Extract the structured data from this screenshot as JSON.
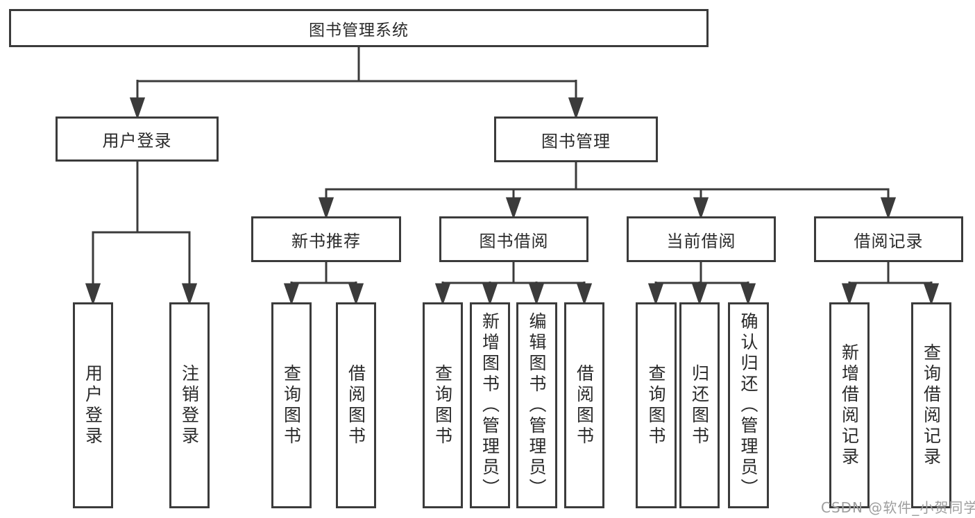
{
  "diagram": {
    "root": {
      "label": "图书管理系统"
    },
    "branches": [
      {
        "label": "用户登录",
        "children": [
          {
            "label": "用户登录"
          },
          {
            "label": "注销登录"
          }
        ]
      },
      {
        "label": "图书管理",
        "children": [
          {
            "label": "新书推荐",
            "children": [
              {
                "label": "查询图书"
              },
              {
                "label": "借阅图书"
              }
            ]
          },
          {
            "label": "图书借阅",
            "children": [
              {
                "label": "查询图书"
              },
              {
                "label": "新增图书（管理员）"
              },
              {
                "label": "编辑图书（管理员）"
              },
              {
                "label": "借阅图书"
              }
            ]
          },
          {
            "label": "当前借阅",
            "children": [
              {
                "label": "查询图书"
              },
              {
                "label": "归还图书"
              },
              {
                "label": "确认归还（管理员）"
              }
            ]
          },
          {
            "label": "借阅记录",
            "children": [
              {
                "label": "新增借阅记录"
              },
              {
                "label": "查询借阅记录"
              }
            ]
          }
        ]
      }
    ]
  },
  "watermark": {
    "text": "CSDN @软件_小贺同学"
  },
  "colors": {
    "line": "#3b3b3b",
    "box_border": "#3b3b3b",
    "text": "#2a2a2a",
    "background": "#ffffff",
    "watermark": "#9e9e9e"
  }
}
